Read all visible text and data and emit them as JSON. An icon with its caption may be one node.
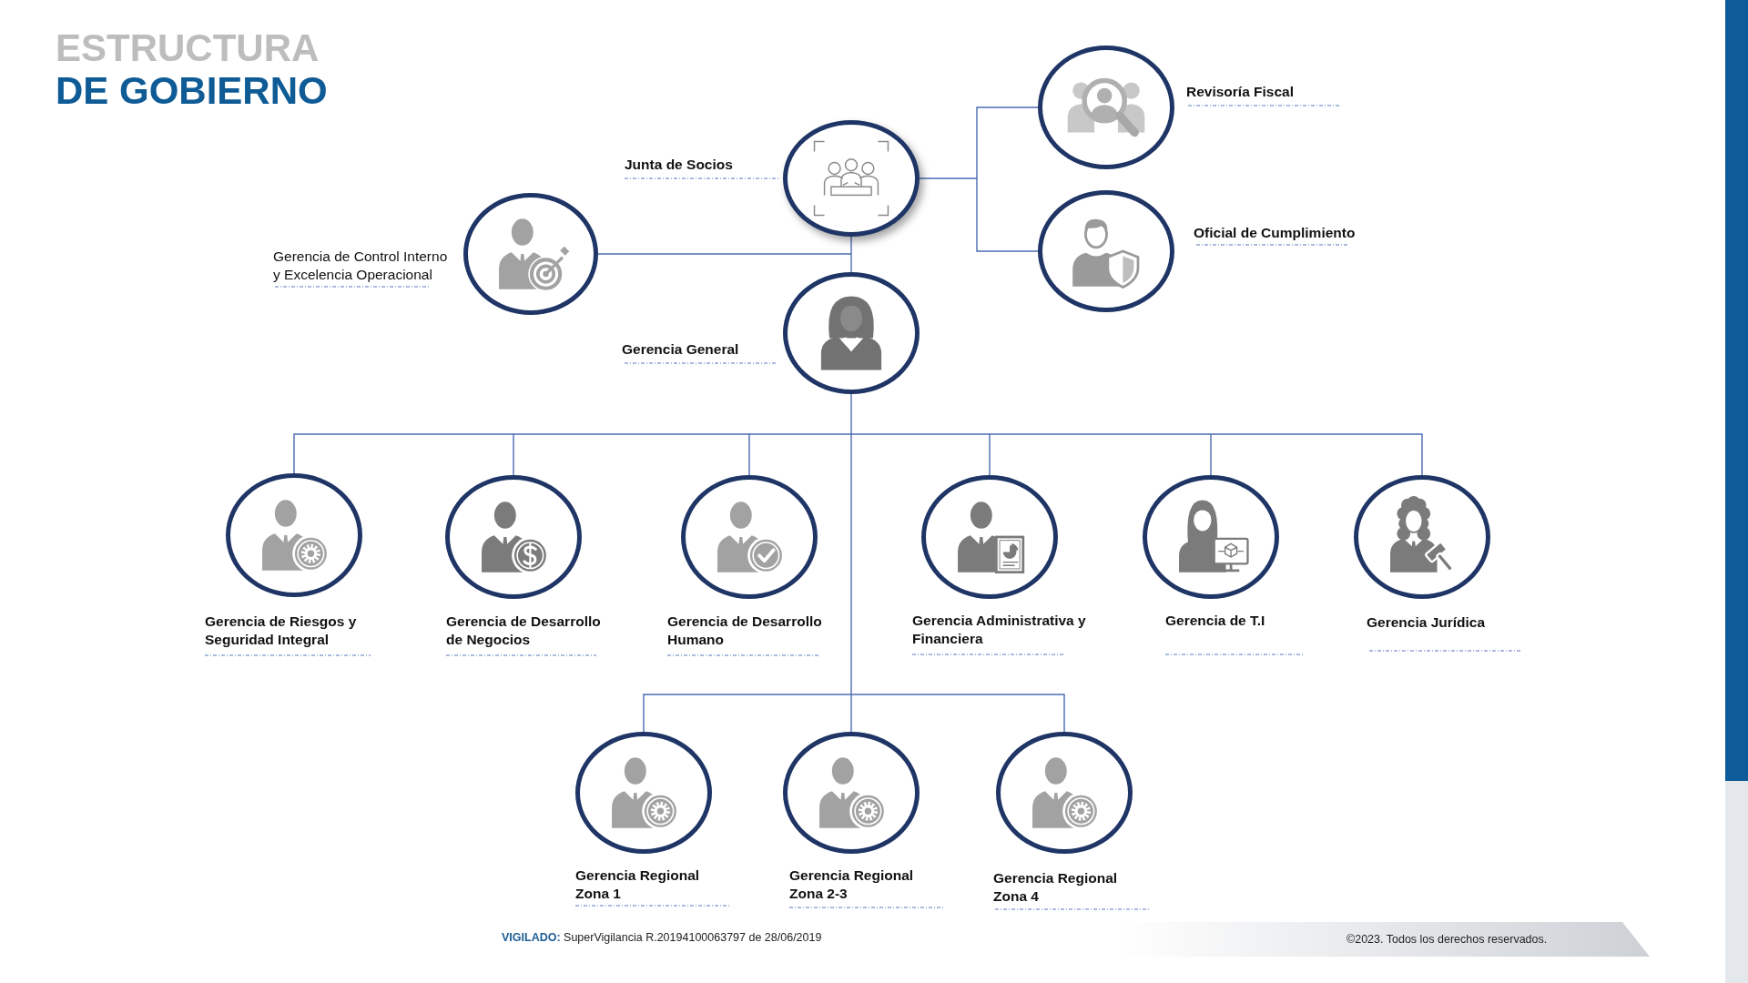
{
  "diagram": {
    "title": "ESTRUCTURA DE GOBIERNO",
    "nodes": [
      {
        "text": [
          "Junta de Socios"
        ]
      },
      {
        "text": [
          "Revisoría Fiscal"
        ]
      },
      {
        "text": [
          "Oficial de Cumplimiento"
        ]
      },
      {
        "text": [
          "Gerencia de Control Interno y Excelencia Operacional"
        ]
      },
      {
        "text": [
          "Gerencia General"
        ]
      },
      {
        "text": [
          "Gerencia de Riesgos y Seguridad Integral"
        ]
      },
      {
        "text": [
          "Gerencia de Desarrollo de Negocios"
        ]
      },
      {
        "text": [
          "Gerencia de Desarrollo Humano"
        ]
      },
      {
        "text": [
          "Gerencia Administrativa y Financiera"
        ]
      },
      {
        "text": [
          "Gerencia de T.I"
        ]
      },
      {
        "text": [
          "Gerencia Jurídica"
        ]
      },
      {
        "text": [
          "Gerencia Regional Zona 1"
        ]
      },
      {
        "text": [
          "Gerencia Regional Zona 2-3"
        ]
      },
      {
        "text": [
          "Gerencia Regional Zona 4"
        ]
      }
    ],
    "edges": [
      {
        "from": 0,
        "to": 1,
        "arrow": "none"
      },
      {
        "from": 0,
        "to": 2,
        "arrow": "none"
      },
      {
        "from": 0,
        "to": 4,
        "arrow": "none"
      },
      {
        "from": 0,
        "to": 3,
        "arrow": "none"
      },
      {
        "from": 4,
        "to": 5,
        "arrow": "none"
      },
      {
        "from": 4,
        "to": 6,
        "arrow": "none"
      },
      {
        "from": 4,
        "to": 7,
        "arrow": "none"
      },
      {
        "from": 4,
        "to": 8,
        "arrow": "none"
      },
      {
        "from": 4,
        "to": 9,
        "arrow": "none"
      },
      {
        "from": 4,
        "to": 10,
        "arrow": "none"
      },
      {
        "from": 4,
        "to": 11,
        "arrow": "none"
      },
      {
        "from": 4,
        "to": 12,
        "arrow": "none"
      },
      {
        "from": 4,
        "to": 13,
        "arrow": "none"
      }
    ],
    "labels": [
      "**VIGILADO:** SuperVigilancia R.20194100063797 de 28/06/2019",
      "©2023. Todos los derechos reservados."
    ]
  }
}
